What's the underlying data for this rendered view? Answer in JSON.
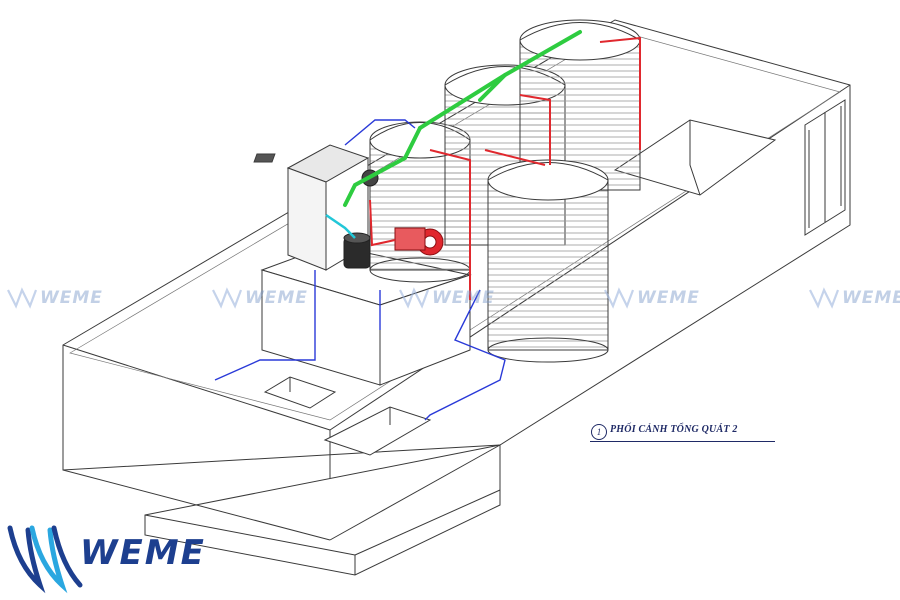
{
  "diagram": {
    "caption_number": "1",
    "caption_title": "PHỐI CẢNH TỔNG QUÁT 2"
  },
  "watermark": {
    "text": "WEME",
    "color": "#7896c8"
  },
  "logo": {
    "text": "WEME",
    "brand_color": "#1d3f8f",
    "accent_color": "#2aa7e0"
  },
  "colors": {
    "line": "#3a3a3a",
    "pipe_green": "#2ecc40",
    "pipe_red": "#e0282e",
    "pipe_blue": "#2a3ad8",
    "pipe_cyan": "#22c7d8"
  }
}
